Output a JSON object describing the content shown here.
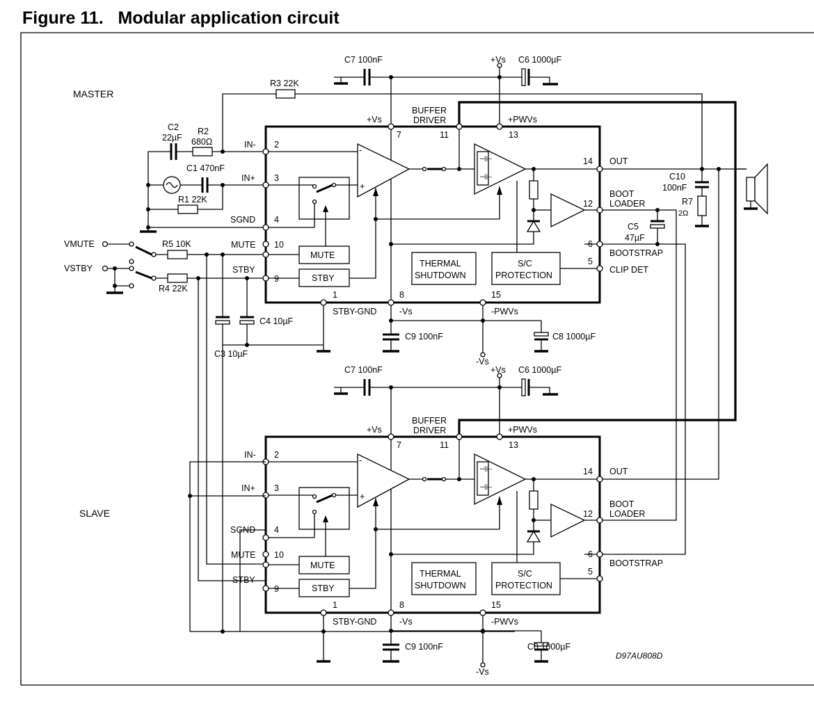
{
  "figure_title": "Figure 11.   Modular application circuit",
  "diagram_code": "D97AU808D",
  "master": {
    "label": "MASTER",
    "inputs": {
      "vmute": "VMUTE",
      "vstby": "VSTBY"
    },
    "components": {
      "c2_name": "C2",
      "c2_value": "22µF",
      "r2_name": "R2",
      "r2_value": "680Ω",
      "r3": "R3 22K",
      "c1": "C1 470nF",
      "r1": "R1 22K",
      "r5": "R5 10K",
      "r4": "R4 22K",
      "c4": "C4 10µF",
      "c3": "C3 10µF",
      "c7": "C7 100nF",
      "c6": "C6 1000µF",
      "c9": "C9 100nF",
      "c8": "C8 1000µF",
      "c10_name": "C10",
      "c10_value": "100nF",
      "r7_name": "R7",
      "r7_value": "2Ω",
      "c5_name": "C5",
      "c5_value": "47µF"
    }
  },
  "slave": {
    "label": "SLAVE",
    "components": {
      "c7": "C7 100nF",
      "c6": "C6 1000µF",
      "c9": "C9 100nF",
      "c8": "C8 1000µF"
    }
  },
  "chip": {
    "vs_pos": "+Vs",
    "vs_neg": "-Vs",
    "pwvs_pos": "+PWVs",
    "pwvs_neg": "-PWVs",
    "buffer_line1": "BUFFER",
    "buffer_line2": "DRIVER",
    "stby_gnd": "STBY-GND",
    "pin_in_minus": "IN-",
    "pin_in_plus": "IN+",
    "pin_sgnd": "SGND",
    "pin_mute": "MUTE",
    "pin_stby": "STBY",
    "pin_out": "OUT",
    "pin_boot_1": "BOOT",
    "pin_boot_2": "LOADER",
    "pin_bootstrap": "BOOTSTRAP",
    "pin_clipdet": "CLIP DET",
    "mute_block": "MUTE",
    "stby_block": "STBY",
    "thermal_1": "THERMAL",
    "thermal_2": "SHUTDOWN",
    "sc_1": "S/C",
    "sc_2": "PROTECTION",
    "opamp_minus": "-",
    "opamp_plus": "+",
    "pins": {
      "p1": "1",
      "p2": "2",
      "p3": "3",
      "p4": "4",
      "p5": "5",
      "p6": "6",
      "p7": "7",
      "p8": "8",
      "p9": "9",
      "p10": "10",
      "p11": "11",
      "p12": "12",
      "p13": "13",
      "p14": "14",
      "p15": "15"
    }
  }
}
